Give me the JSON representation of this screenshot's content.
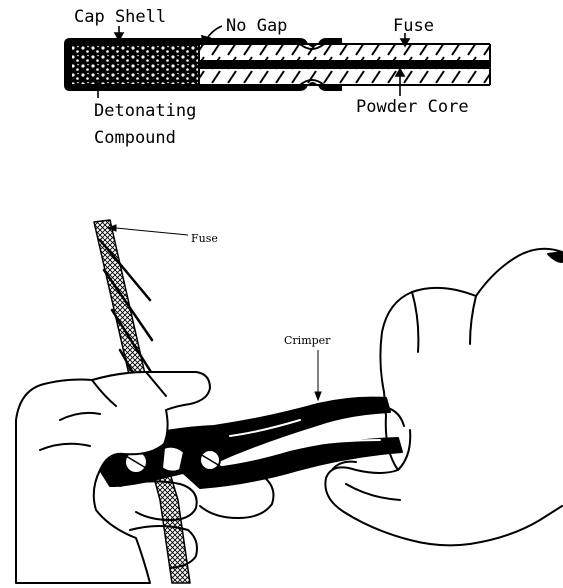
{
  "top_diagram": {
    "labels": {
      "cap_shell": "Cap Shell",
      "no_gap": "No Gap",
      "fuse": "Fuse",
      "detonating_line1": "Detonating",
      "detonating_line2": "Compound",
      "powder_core": "Powder Core"
    }
  },
  "bottom_illustration": {
    "labels": {
      "fuse": "Fuse",
      "crimper": "Crimper"
    }
  },
  "colors": {
    "ink": "#000000",
    "paper": "#ffffff"
  }
}
